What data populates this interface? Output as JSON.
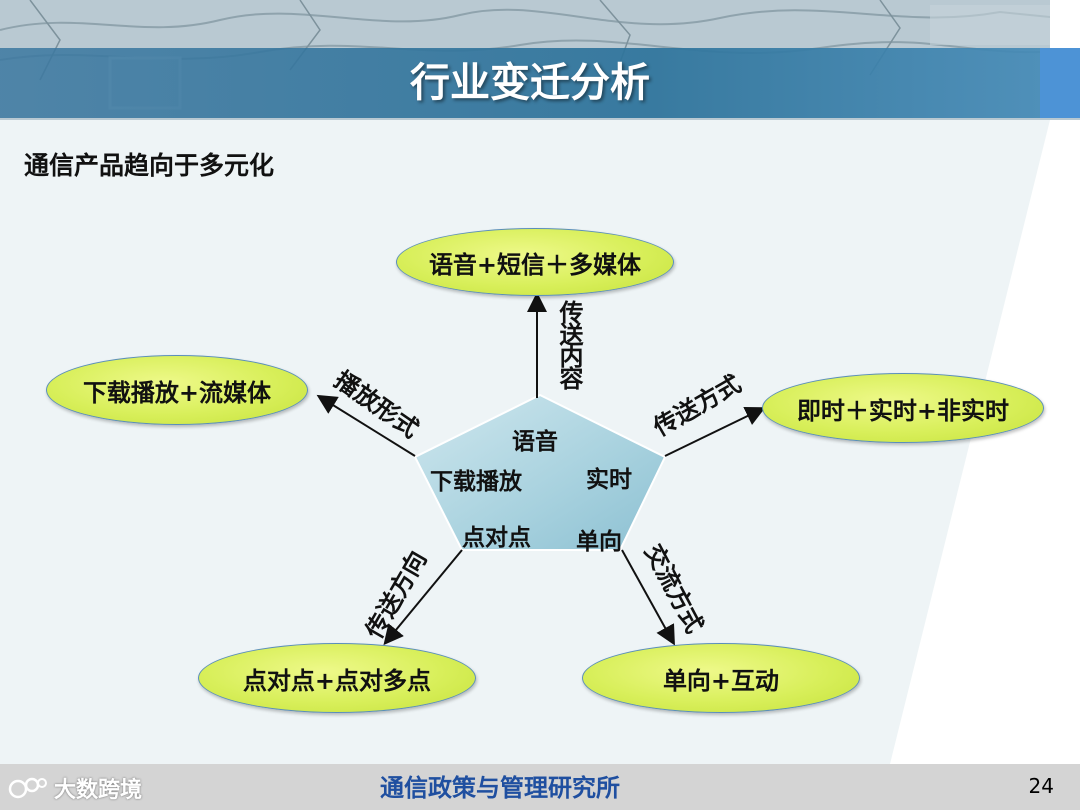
{
  "title": "行业变迁分析",
  "subtitle": "通信产品趋向于多元化",
  "center": {
    "items": [
      "语音",
      "实时",
      "下载播放",
      "点对点",
      "单向"
    ]
  },
  "nodes": {
    "top": "语音+短信＋多媒体",
    "right": "即时＋实时+非实时",
    "left": "下载播放+流媒体",
    "bottom_left": "点对点+点对多点",
    "bottom_right": "单向+互动"
  },
  "arrow_labels": {
    "top": "传送内容",
    "right": "传送方式",
    "left": "播放形式",
    "bottom_left": "传送方向",
    "bottom_right": "交流方式"
  },
  "footer": {
    "org": "通信政策与管理研究所",
    "page": "24",
    "watermark": "大数跨境"
  },
  "colors": {
    "node_fill": "#d8ef5a",
    "banner": "#2f7399",
    "footer_text": "#1f4fa0",
    "pentagon": "#a9d3e0"
  }
}
